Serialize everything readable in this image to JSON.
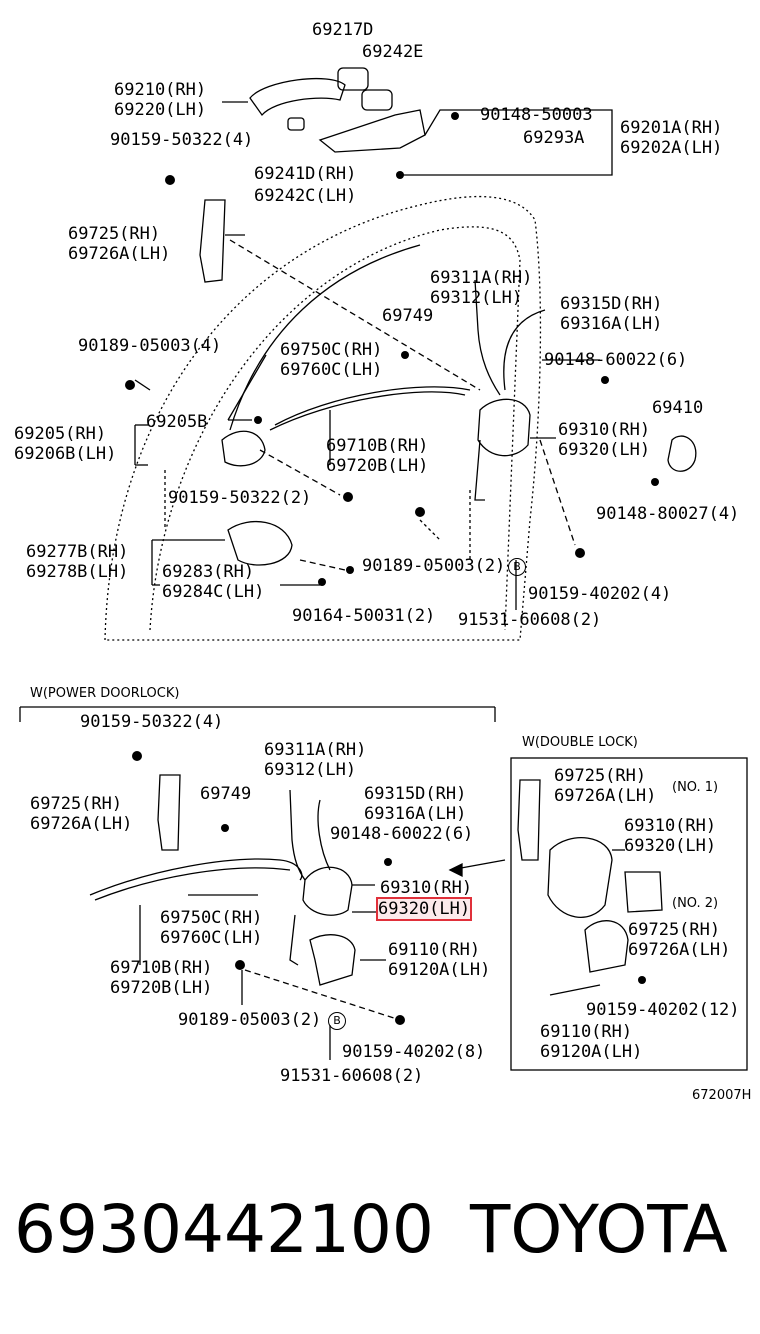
{
  "colors": {
    "line": "#000000",
    "highlight": "#e0303a",
    "background": "#ffffff"
  },
  "labels": {
    "p69217D": "69217D",
    "p69242E": "69242E",
    "p69210": "69210(RH)",
    "p69220": "69220(LH)",
    "p90148_50003": "90148-50003",
    "p69293A": "69293A",
    "p69201A": "69201A(RH)",
    "p69202A": "69202A(LH)",
    "p90159_50322_4": "90159-50322(4)",
    "p69241D": "69241D(RH)",
    "p69242C": "69242C(LH)",
    "p69725_a": "69725(RH)",
    "p69726A_a": "69726A(LH)",
    "p69311A_a": "69311A(RH)",
    "p69312_a": "69312(LH)",
    "p69315D_a": "69315D(RH)",
    "p69316A_a": "69316A(LH)",
    "p69749_a": "69749",
    "p90189_05003_4": "90189-05003(4)",
    "p69750C_a": "69750C(RH)",
    "p69760C_a": "69760C(LH)",
    "p90148_60022_a": "90148-60022(6)",
    "p69205B": "69205B",
    "p69410": "69410",
    "p69205": "69205(RH)",
    "p69206B": "69206B(LH)",
    "p69710B_a": "69710B(RH)",
    "p69720B_a": "69720B(LH)",
    "p69310_a": "69310(RH)",
    "p69320_a": "69320(LH)",
    "p90159_50322_2": "90159-50322(2)",
    "p90148_80027": "90148-80027(4)",
    "p69277B": "69277B(RH)",
    "p69278B": "69278B(LH)",
    "p69283": "69283(RH)",
    "p69284C": "69284C(LH)",
    "p90189_05003_2_a": "90189-05003(2)",
    "p90159_40202_4": "90159-40202(4)",
    "p90164_50031": "90164-50031(2)",
    "p91531_60608_a": "91531-60608(2)",
    "w_power": "W(POWER DOORLOCK)",
    "p90159_50322_4b": "90159-50322(4)",
    "p69311A_b": "69311A(RH)",
    "p69312_b": "69312(LH)",
    "w_double": "W(DOUBLE LOCK)",
    "p69725_b": "69725(RH)",
    "p69726A_b": "69726A(LH)",
    "p69749_b": "69749",
    "p69315D_b": "69315D(RH)",
    "p69316A_b": "69316A(LH)",
    "p90148_60022_b": "90148-60022(6)",
    "p69310_b": "69310(RH)",
    "p69320_b": "69320(LH)",
    "p69750C_b": "69750C(RH)",
    "p69760C_b": "69760C(LH)",
    "p69110_b": "69110(RH)",
    "p69120A_b": "69120A(LH)",
    "p69710B_b": "69710B(RH)",
    "p69720B_b": "69720B(LH)",
    "p90189_05003_2_b": "90189-05003(2)",
    "p90159_40202_8": "90159-40202(8)",
    "p91531_60608_b": "91531-60608(2)",
    "p69725_c": "69725(RH)",
    "p69726A_c": "69726A(LH)",
    "no1": "(NO. 1)",
    "p69310_c": "69310(RH)",
    "p69320_c": "69320(LH)",
    "no2": "(NO. 2)",
    "p69725_d": "69725(RH)",
    "p69726A_d": "69726A(LH)",
    "p90159_40202_12": "90159-40202(12)",
    "p69110_c": "69110(RH)",
    "p69120A_c": "69120A(LH)",
    "fig_code": "672007H",
    "badge_b": "B"
  },
  "footer": {
    "part_number": "6930442100",
    "brand": "TOYOTA"
  }
}
